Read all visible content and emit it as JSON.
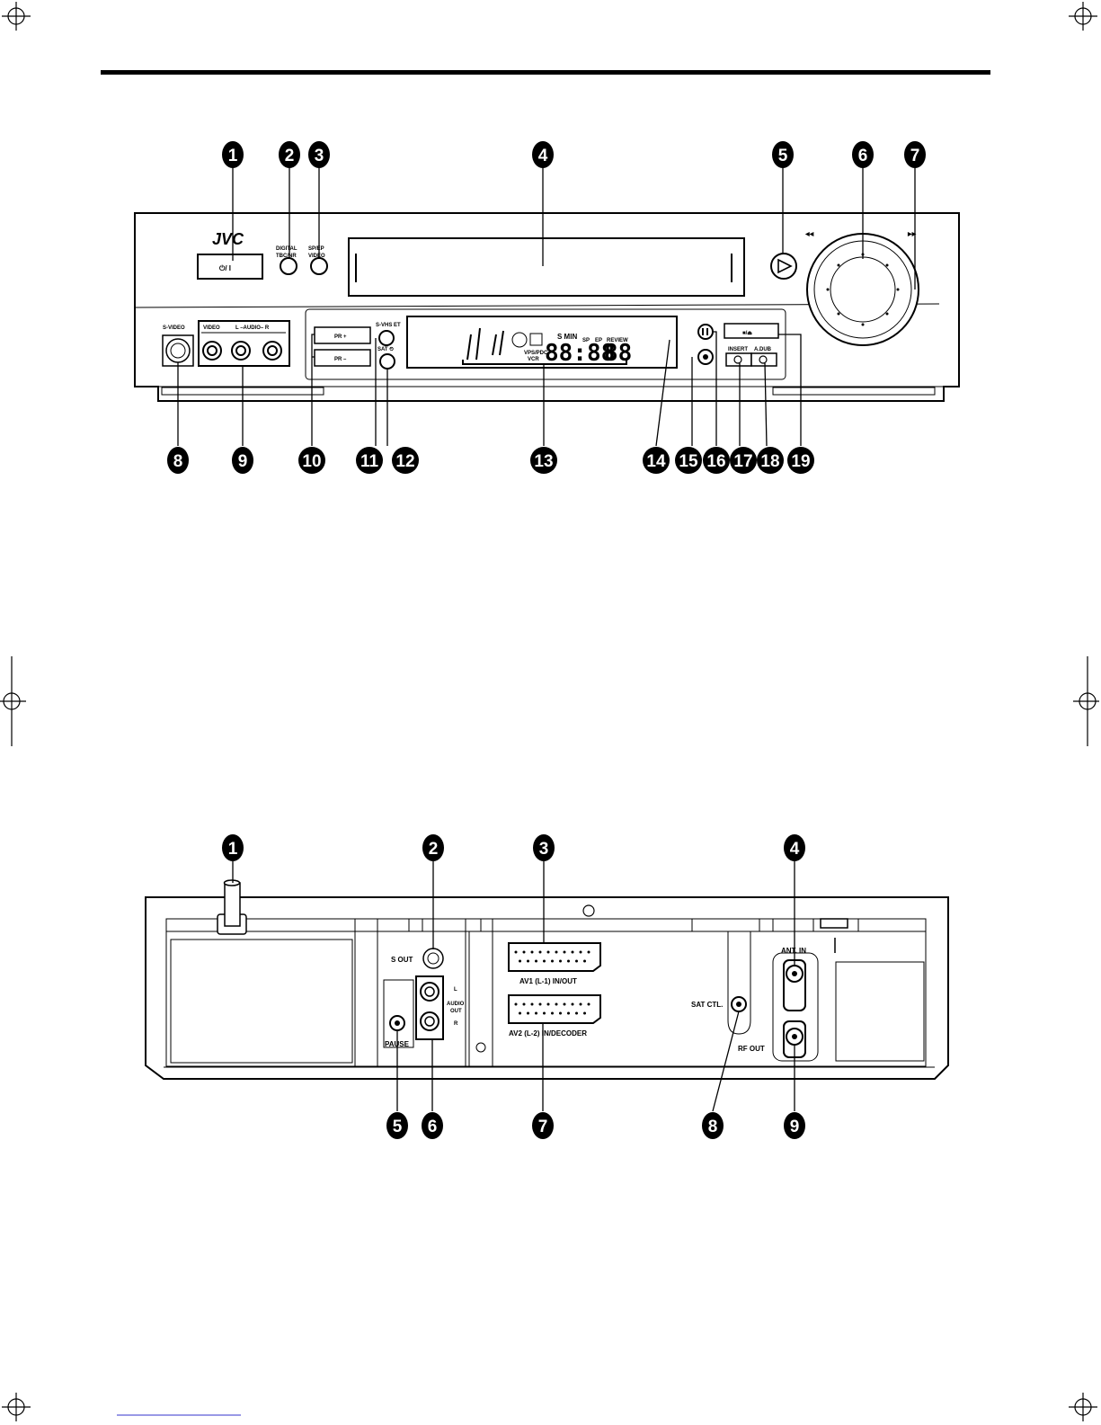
{
  "front_panel": {
    "brand": "JVC",
    "power_symbol": "⏻/ I",
    "digital_label_1": "DIGITAL",
    "digital_label_2": "TBC/NR",
    "sp_label_1": "SP/EP",
    "sp_label_2": "VIDEO",
    "svideo_label": "S-VIDEO",
    "video_label": "VIDEO",
    "audio_label": "L –AUDIO– R",
    "pr_plus": "PR +",
    "pr_minus": "PR –",
    "svhs_et": "S-VHS ET",
    "sat": "SAT ⏲",
    "display_sp": "SP",
    "display_ep": "EP",
    "display_review": "REVIEW",
    "display_vps": "VPS/PDC",
    "display_vcr": "VCR",
    "display_time": "88:88",
    "display_ch": "88",
    "display_smin": "S MIN",
    "stop_eject": "■/⏏",
    "insert": "INSERT",
    "adub": "A.DUB",
    "rew_label": "◀◀",
    "ff_label": "▶▶",
    "callouts": [
      {
        "n": "1",
        "label": "❶"
      },
      {
        "n": "2",
        "label": "❷"
      },
      {
        "n": "3",
        "label": "❸"
      },
      {
        "n": "4",
        "label": "❹"
      },
      {
        "n": "5",
        "label": "❺"
      },
      {
        "n": "6",
        "label": "❻"
      },
      {
        "n": "7",
        "label": "❼"
      },
      {
        "n": "8",
        "label": "❽"
      },
      {
        "n": "9",
        "label": "❾"
      },
      {
        "n": "10",
        "label": "❿"
      },
      {
        "n": "11",
        "label": "⓫"
      },
      {
        "n": "12",
        "label": "⓬"
      },
      {
        "n": "13",
        "label": "⓭"
      },
      {
        "n": "14",
        "label": "⓮"
      },
      {
        "n": "15",
        "label": "⓯"
      },
      {
        "n": "16",
        "label": "⓰"
      },
      {
        "n": "17",
        "label": "⓱"
      },
      {
        "n": "18",
        "label": "⓲"
      },
      {
        "n": "19",
        "label": "⓳"
      }
    ]
  },
  "rear_panel": {
    "s_out": "S OUT",
    "pause": "PAUSE",
    "audio_out_l": "L",
    "audio_out_audio": "AUDIO",
    "audio_out_out": "OUT",
    "audio_out_r": "R",
    "av1": "AV1 (L-1) IN/OUT",
    "av2": "AV2 (L-2) IN/DECODER",
    "sat_ctl": "SAT CTL.",
    "ant_in": "ANT. IN",
    "rf_out": "RF OUT",
    "callouts": [
      {
        "n": "1",
        "label": "❶"
      },
      {
        "n": "2",
        "label": "❷"
      },
      {
        "n": "3",
        "label": "❸"
      },
      {
        "n": "4",
        "label": "❹"
      },
      {
        "n": "5",
        "label": "❺"
      },
      {
        "n": "6",
        "label": "❻"
      },
      {
        "n": "7",
        "label": "❼"
      },
      {
        "n": "8",
        "label": "❽"
      },
      {
        "n": "9",
        "label": "❾"
      }
    ]
  }
}
